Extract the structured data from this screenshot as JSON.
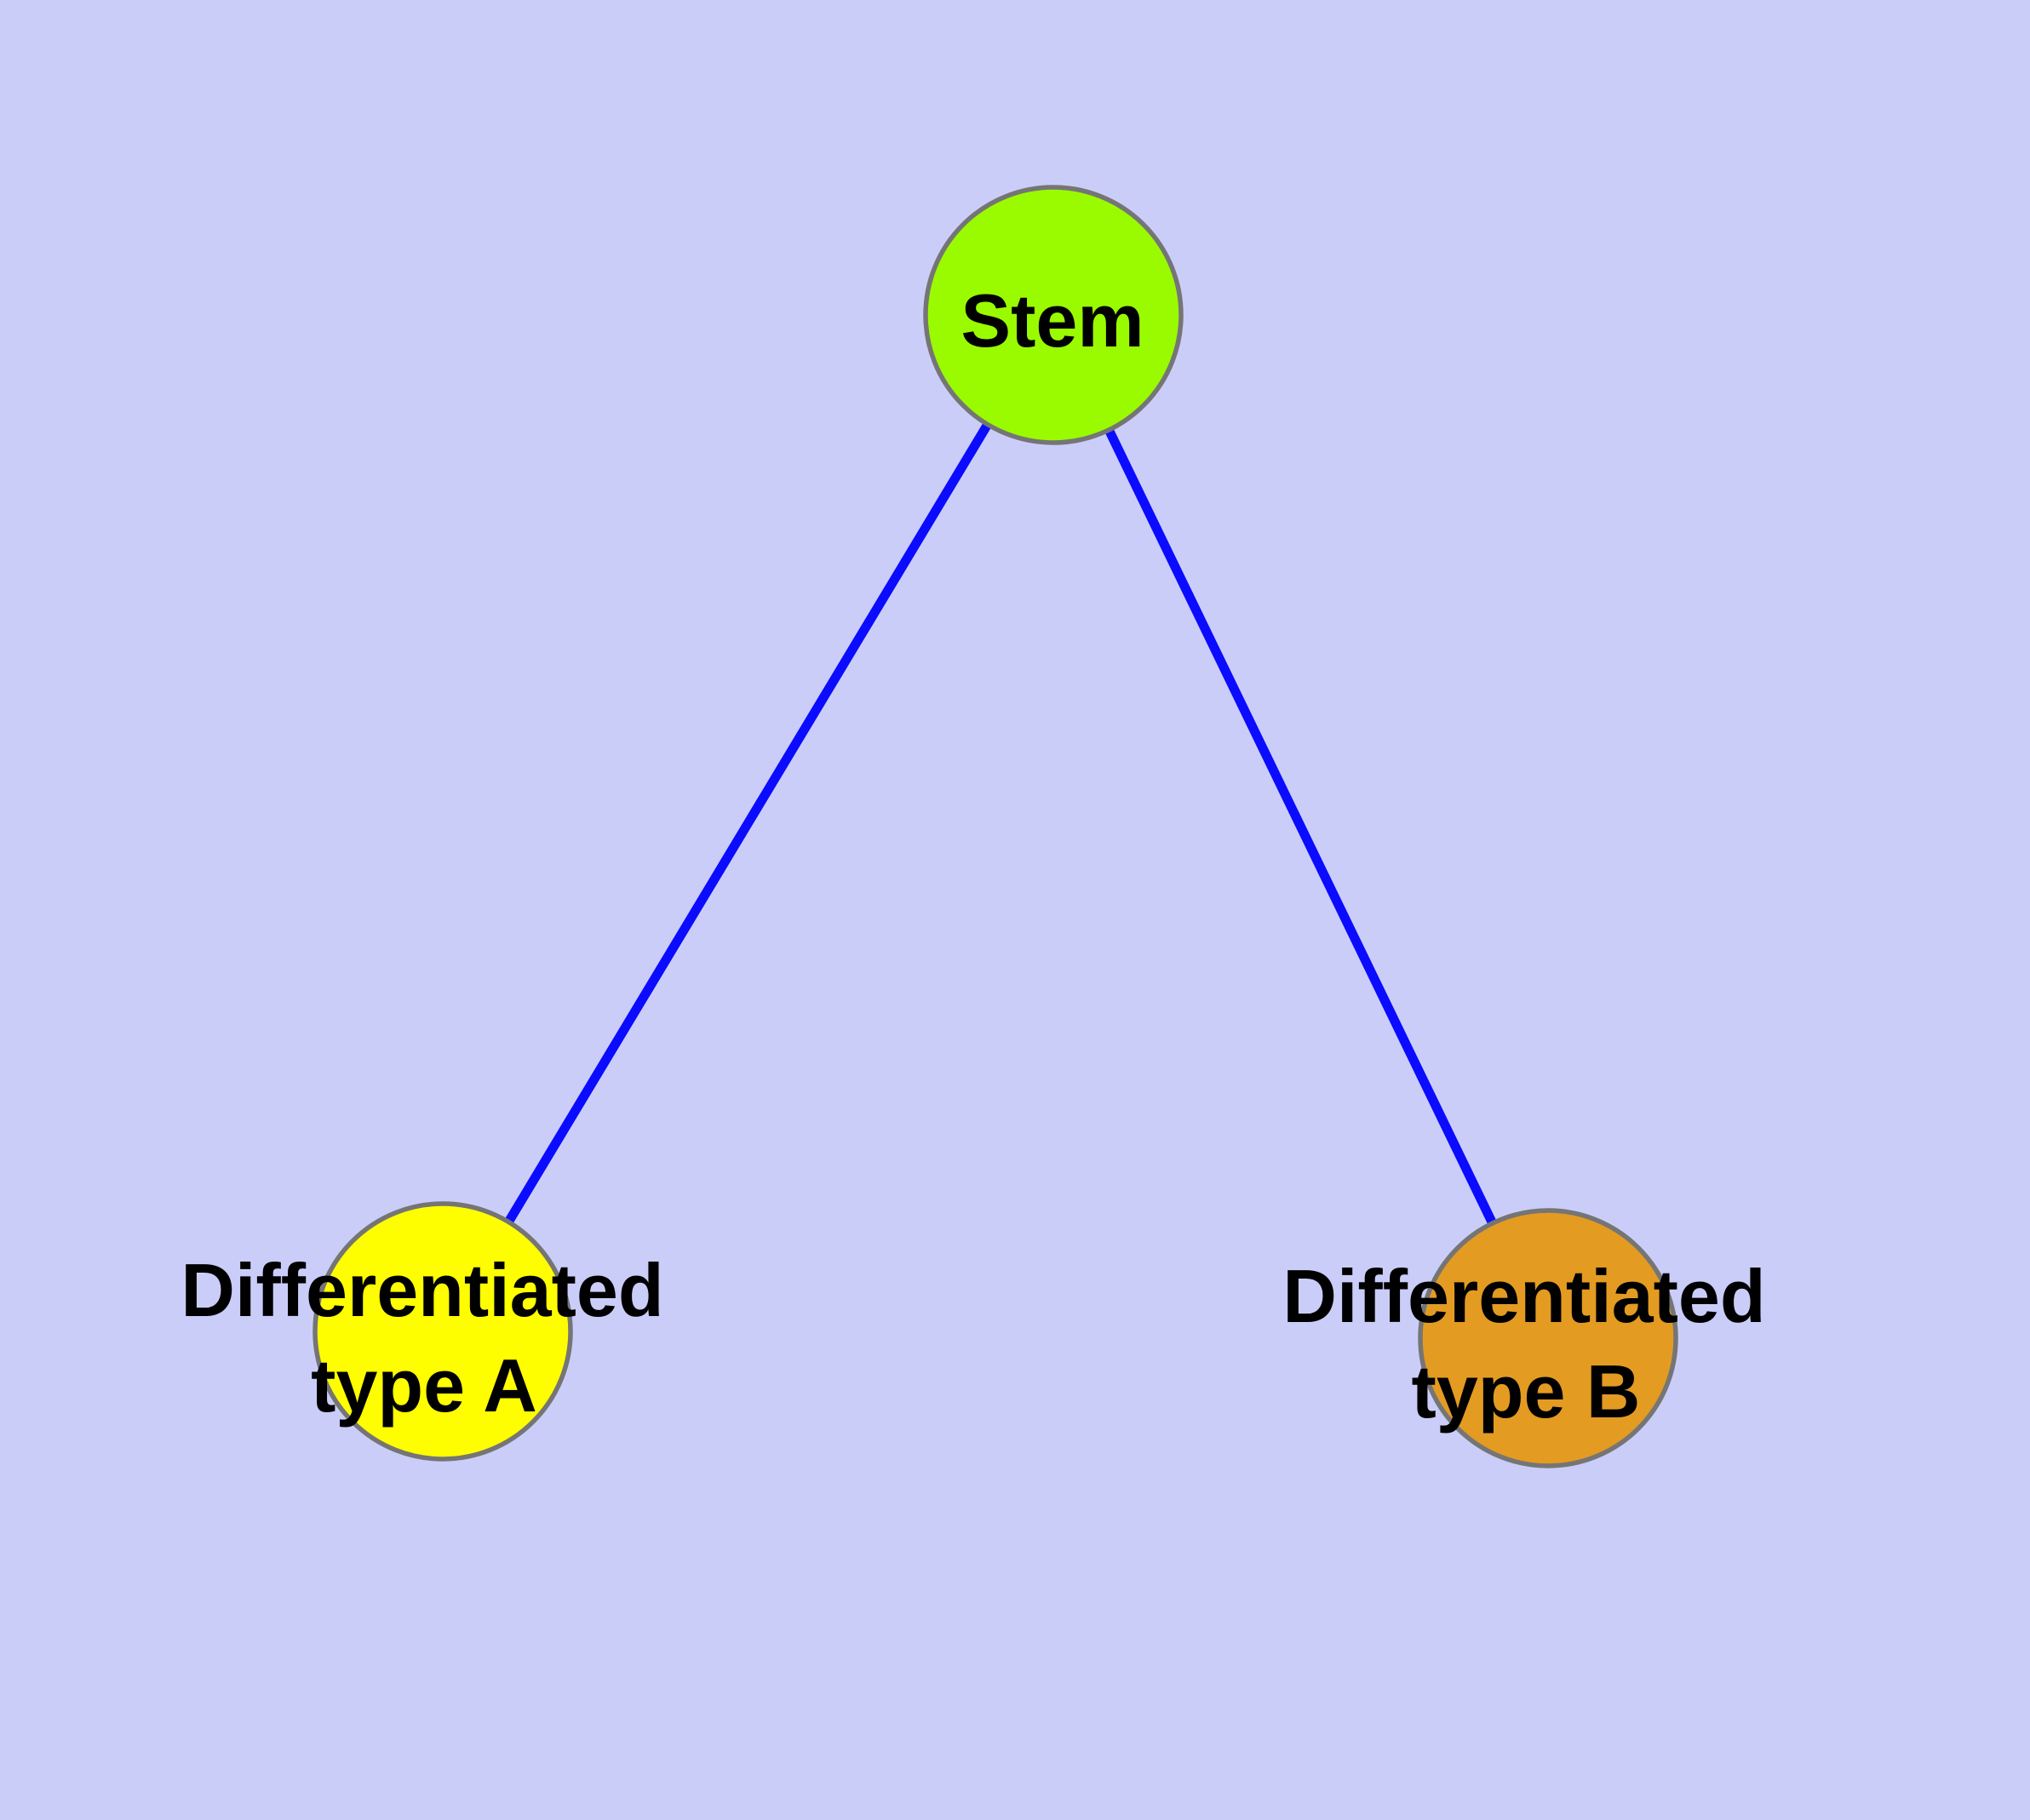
{
  "diagram": {
    "type": "node-link-graph",
    "background_color": "#cbcdf9",
    "edge_color": "#0b0bff",
    "node_border_color": "#757575",
    "label_color": "#000000",
    "nodes": [
      {
        "id": "stem",
        "label": "Stem",
        "fill": "#9afb00"
      },
      {
        "id": "differentiated-type-a",
        "label_line1": "Differentiated",
        "label_line2": "type A",
        "fill": "#fffe00"
      },
      {
        "id": "differentiated-type-b",
        "label_line1": "Differentiated",
        "label_line2": "type B",
        "fill": "#e49b22"
      }
    ],
    "edges": [
      {
        "from": "Stem",
        "to": "Differentiated type A"
      },
      {
        "from": "Stem",
        "to": "Differentiated type B"
      }
    ]
  }
}
